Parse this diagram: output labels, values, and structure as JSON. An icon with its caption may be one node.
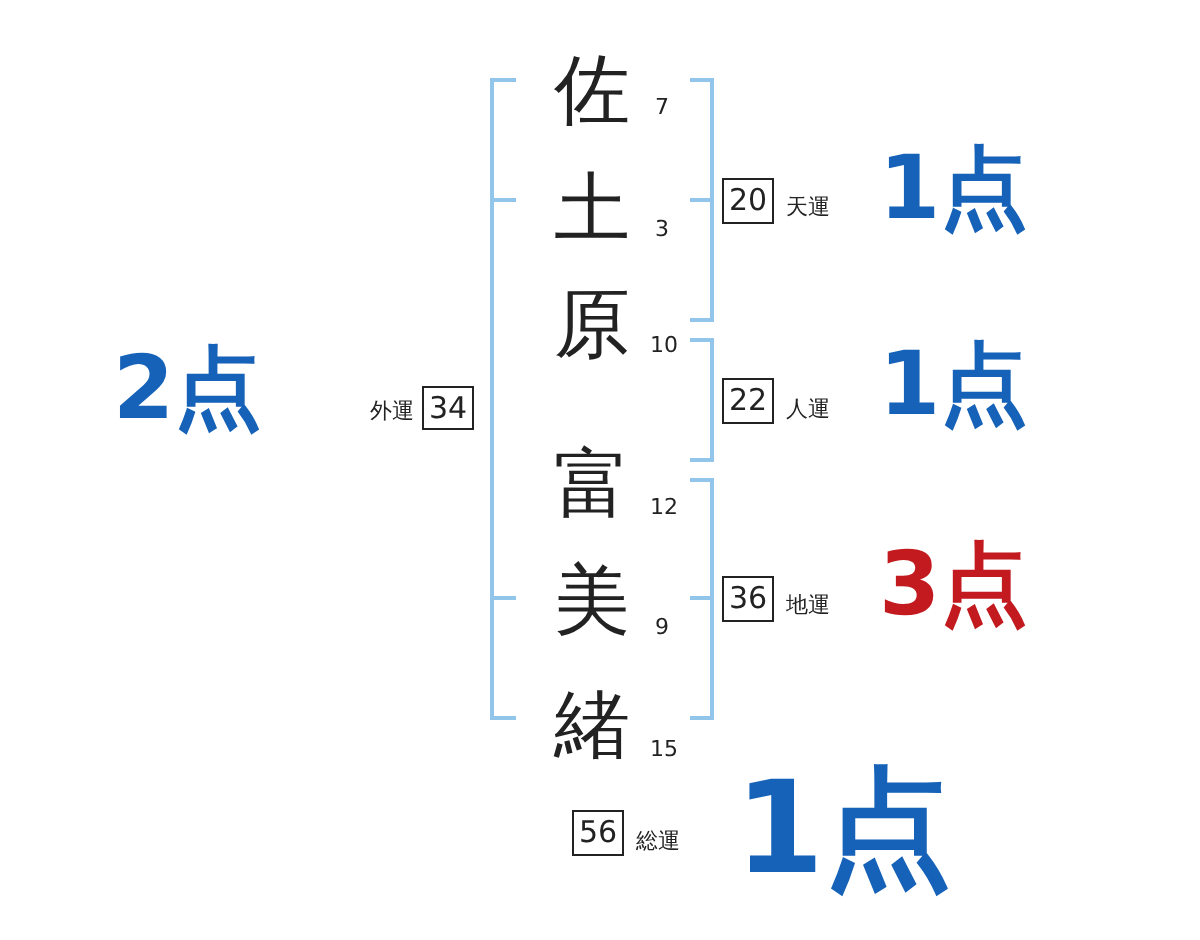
{
  "diagram": {
    "nodes": [
      {
        "text": [
          "34"
        ],
        "beside": [
          "外運"
        ]
      },
      {
        "text": [
          "20"
        ],
        "beside": [
          "天運"
        ]
      },
      {
        "text": [
          "22"
        ],
        "beside": [
          "人運"
        ]
      },
      {
        "text": [
          "36"
        ],
        "beside": [
          "地運"
        ]
      },
      {
        "text": [
          "56"
        ],
        "beside": [
          "総運"
        ]
      }
    ],
    "labels": [
      "佐",
      "7",
      "土",
      "3",
      "1点",
      "原",
      "10",
      "2点",
      "1点",
      "富",
      "12",
      "美",
      "9",
      "3点",
      "緒",
      "15",
      "1点"
    ]
  }
}
